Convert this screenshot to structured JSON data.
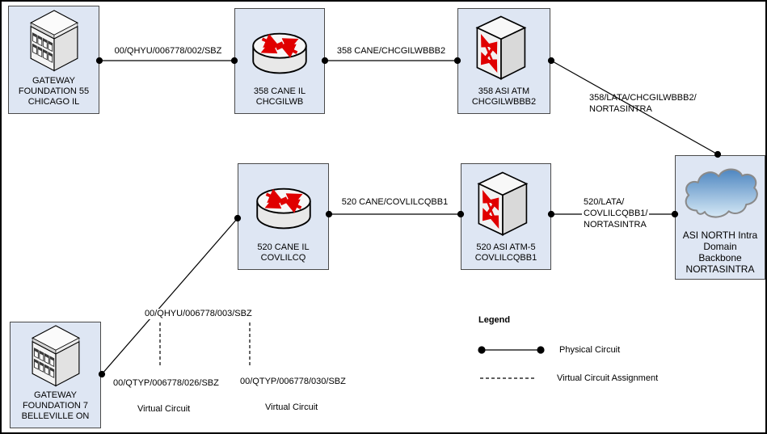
{
  "nodes": {
    "gateway55": {
      "type": "building",
      "lines": [
        "GATEWAY",
        "FOUNDATION 55",
        "CHICAGO IL"
      ]
    },
    "cane358": {
      "type": "router",
      "lines": [
        "358 CANE IL",
        "CHCGILWB"
      ]
    },
    "atm358": {
      "type": "atm-switch",
      "lines": [
        "358 ASI ATM",
        "CHCGILWBBB2"
      ]
    },
    "cane520": {
      "type": "router",
      "lines": [
        "520 CANE IL",
        "COVLILCQ"
      ]
    },
    "atm520": {
      "type": "atm-switch",
      "lines": [
        "520 ASI ATM-5",
        "COVLILCQBB1"
      ]
    },
    "backbone": {
      "type": "cloud",
      "lines": [
        "ASI NORTH Intra",
        "Domain",
        "Backbone",
        "NORTASINTRA"
      ]
    },
    "gateway7": {
      "type": "building",
      "lines": [
        "GATEWAY",
        "FOUNDATION 7",
        "BELLEVILLE ON"
      ]
    }
  },
  "circuit_labels": {
    "gw55_to_cane358": "00/QHYU/006778/002/SBZ",
    "cane358_to_atm358": "358 CANE/CHCGILWBBB2",
    "atm358_to_backbone": [
      "358/LATA/CHCGILWBBB2/",
      "NORTASINTRA"
    ],
    "cane520_to_atm520": "520 CANE/COVLILCQBB1",
    "atm520_to_backbone": [
      "520/LATA/",
      "COVLILCQBB1/",
      "NORTASINTRA"
    ],
    "gw7_to_cane520": "00/QHYU/006778/003/SBZ",
    "virtual_circuit_1": {
      "id": "00/QTYP/006778/026/SBZ",
      "caption": "Virtual Circuit"
    },
    "virtual_circuit_2": {
      "id": "00/QTYP/006778/030/SBZ",
      "caption": "Virtual Circuit"
    }
  },
  "legend": {
    "title": "Legend",
    "physical_label": "Physical Circuit",
    "virtual_label": "Virtual Circuit Assignment"
  },
  "colors": {
    "node_fill": "#dee6f3",
    "node_border": "#4a4a4a",
    "arrow_red": "#e00000",
    "line": "#000000",
    "cloud_top": "#4e86c0",
    "cloud_bottom": "#d6e9f6"
  }
}
